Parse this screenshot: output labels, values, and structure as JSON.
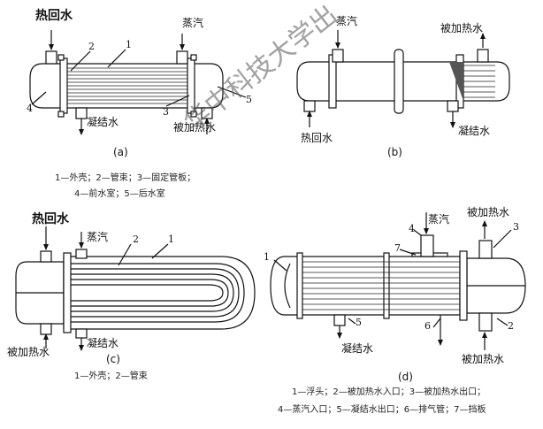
{
  "watermark": "华中科技大学出",
  "diagram_a": {
    "inlet_hot_return": "热回水",
    "steam": "蒸汽",
    "condensate": "凝结水",
    "heated_water": "被加热水",
    "parts": [
      "1",
      "2",
      "3",
      "4",
      "5"
    ],
    "caption": "(a)",
    "legend_line1": "1—外壳；2—管束；3—固定管板；",
    "legend_line2": "4—前水室；5—后水室"
  },
  "diagram_b": {
    "steam": "蒸汽",
    "heated_water": "被加热水",
    "hot_return": "热回水",
    "condensate": "凝结水",
    "caption": "(b)"
  },
  "diagram_c": {
    "hot_return": "热回水",
    "steam": "蒸汽",
    "heated_water": "被加热水",
    "condensate": "凝结水",
    "parts": [
      "2",
      "1"
    ],
    "caption": "(c)",
    "legend": "1—外壳；2—管束"
  },
  "diagram_d": {
    "steam": "蒸汽",
    "heated_water_out": "被加热水",
    "heated_water_in": "被加热水",
    "condensate": "凝结水",
    "parts": [
      "1",
      "2",
      "3",
      "4",
      "5",
      "6",
      "7"
    ],
    "caption": "(d)",
    "legend_line1": "1—浮头；2—被加热水入口；3—被加热水出口；",
    "legend_line2": "4—蒸汽入口；5—凝结水出口；6—排气管；7—挡板"
  }
}
